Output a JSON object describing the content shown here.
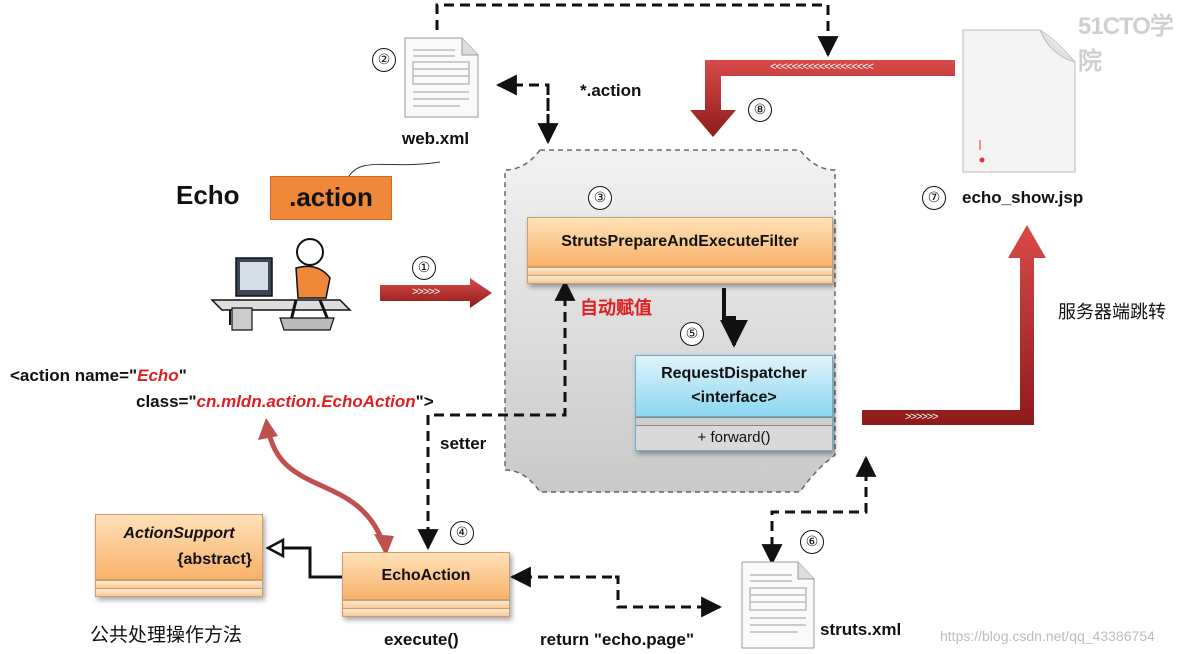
{
  "watermark_logo": "51CTO学院",
  "footer_url": "https://blog.csdn.net/qq_43386754",
  "step_labels": [
    "①",
    "②",
    "③",
    "④",
    "⑤",
    "⑥",
    "⑦",
    "⑧"
  ],
  "labels": {
    "echo": "Echo",
    "action_badge": ".action",
    "web_xml": "web.xml",
    "star_action": "*.action",
    "echo_show_jsp": "echo_show.jsp",
    "server_redirect": "服务器端跳转",
    "auto_assign": "自动赋值",
    "setter": "setter",
    "execute": "execute()",
    "return_text": "return \"echo.page\"",
    "struts_xml": "struts.xml",
    "common_methods": "公共处理操作方法",
    "arrow_text_right": ">>>>>>",
    "arrow_text_small": ">>>>>",
    "arrow_text_left": "<<<<<<<<<<<<<<<<<<<"
  },
  "action_config": {
    "line1_prefix": "<action name=\"",
    "name_value": "Echo",
    "line1_suffix": "\"",
    "line2_prefix": "class=\"",
    "class_value": "cn.mldn.action.EchoAction",
    "line2_suffix": "\">"
  },
  "boxes": {
    "filter": "StrutsPrepareAndExecuteFilter",
    "dispatcher_line1": "RequestDispatcher",
    "dispatcher_line2": "<interface>",
    "dispatcher_method": "+ forward()",
    "action_support_line1": "ActionSupport",
    "action_support_line2": "{abstract}",
    "echo_action": "EchoAction"
  },
  "colors": {
    "orange": "#f0883a",
    "dark_red": "#b52b2b",
    "red_text": "#e02020",
    "uml_orange": "#f8b26a",
    "uml_blue": "#8cd6ef"
  }
}
